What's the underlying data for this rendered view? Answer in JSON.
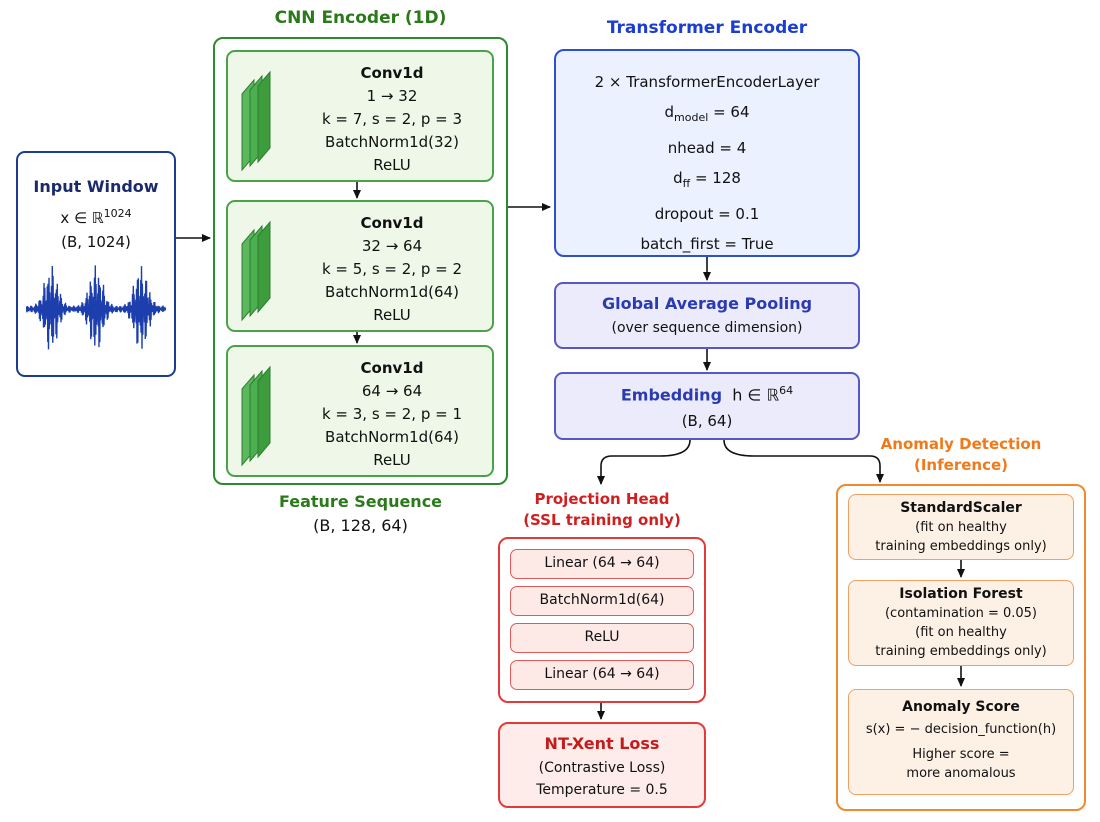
{
  "input": {
    "title": "Input Window",
    "line1": "x ∈ ℝ",
    "line1_sup": "1024",
    "line2": "(B, 1024)"
  },
  "cnn": {
    "title": "CNN Encoder (1D)",
    "blocks": [
      {
        "name": "Conv1d",
        "channels": "1 → 32",
        "params": "k = 7, s = 2, p = 3",
        "norm": "BatchNorm1d(32)",
        "act": "ReLU"
      },
      {
        "name": "Conv1d",
        "channels": "32 → 64",
        "params": "k = 5, s = 2, p = 2",
        "norm": "BatchNorm1d(64)",
        "act": "ReLU"
      },
      {
        "name": "Conv1d",
        "channels": "64 → 64",
        "params": "k = 3, s = 2, p = 1",
        "norm": "BatchNorm1d(64)",
        "act": "ReLU"
      }
    ],
    "feature_title": "Feature Sequence",
    "feature_shape": "(B, 128, 64)"
  },
  "transformer": {
    "title": "Transformer Encoder",
    "layer": "2 × TransformerEncoderLayer",
    "d_model_base": "d",
    "d_model_sub": "model",
    "d_model_val": "= 64",
    "nhead": "nhead  =  4",
    "d_ff_base": "d",
    "d_ff_sub": "ff",
    "d_ff_val": "= 128",
    "dropout": "dropout  =  0.1",
    "batch_first": "batch_first  =  True"
  },
  "pooling": {
    "title": "Global Average Pooling",
    "subtitle": "(over sequence dimension)"
  },
  "embedding": {
    "title": "Embedding",
    "math": "h ∈ ℝ",
    "math_sup": "64",
    "shape": "(B, 64)"
  },
  "projection": {
    "title_line1": "Projection Head",
    "title_line2": "(SSL training only)",
    "layers": [
      "Linear (64 → 64)",
      "BatchNorm1d(64)",
      "ReLU",
      "Linear (64 → 64)"
    ],
    "loss_title": "NT-Xent Loss",
    "loss_line1": "(Contrastive Loss)",
    "loss_line2": "Temperature = 0.5"
  },
  "anomaly": {
    "title_line1": "Anomaly Detection",
    "title_line2": "(Inference)",
    "scaler_title": "StandardScaler",
    "scaler_line1": "(fit on healthy",
    "scaler_line2": "training embeddings only)",
    "forest_title": "Isolation Forest",
    "forest_line1": "(contamination = 0.05)",
    "forest_line2": "(fit on healthy",
    "forest_line3": "training embeddings only)",
    "score_title": "Anomaly Score",
    "score_formula": "s(x) = − decision_function(h)",
    "score_line1": "Higher score =",
    "score_line2": "more anomalous"
  },
  "colors": {
    "input": "#1a3d8f",
    "cnn": "#2e8a2e",
    "transformer": "#1b3ed0",
    "projection": "#d11f1f",
    "anomaly": "#f07a1a",
    "waveform": "#1d3fae"
  }
}
